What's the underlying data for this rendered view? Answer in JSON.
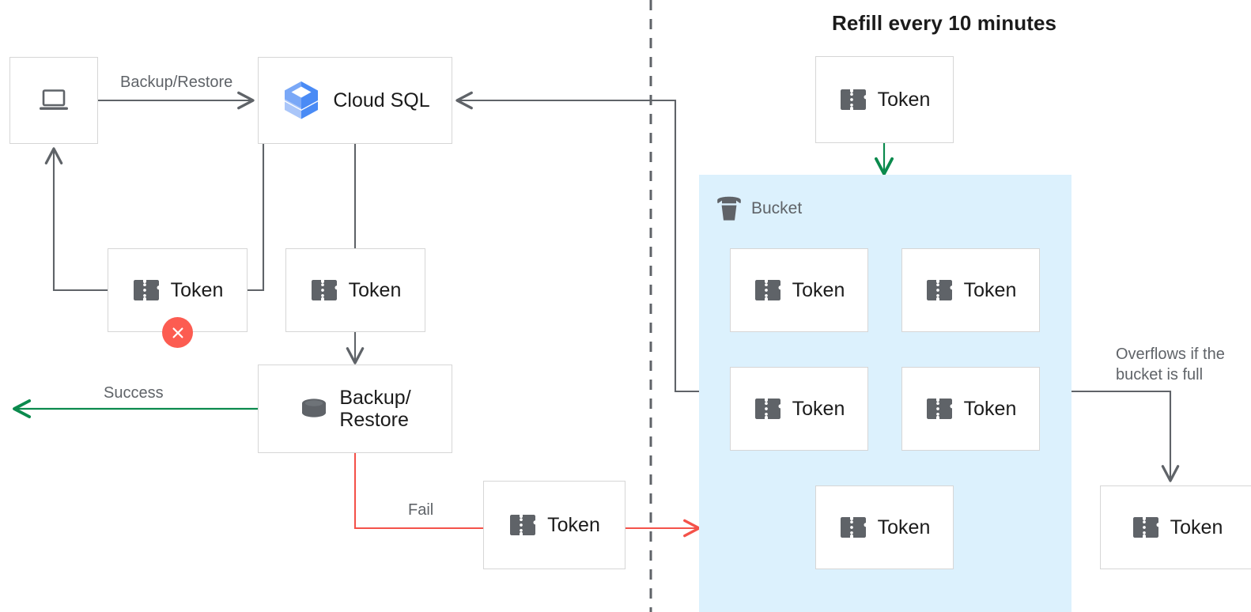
{
  "diagram": {
    "title": "Refill every 10 minutes",
    "colors": {
      "line": "#5f6368",
      "success": "#0b8a4d",
      "fail": "#f4524a",
      "refill": "#0b8a4d",
      "bucket_fill": "#dcf1fd",
      "node_border": "#d6d6d6",
      "badge": "#fc5c51",
      "text": "#1b1b1b",
      "muted_text": "#5f6368",
      "cloudsql_dark": "#4a8bf5",
      "cloudsql_mid": "#7aa8f7",
      "cloudsql_light": "#aac6f9"
    }
  },
  "left_side": {
    "client_node": {
      "icon": "laptop-icon",
      "label": ""
    },
    "cloudsql_node": {
      "icon": "cloud-sql-icon",
      "label": "Cloud SQL"
    },
    "token_retry_node": {
      "icon": "token-icon",
      "label": "Token",
      "badge": "×"
    },
    "token_consume_node": {
      "icon": "token-icon",
      "label": "Token"
    },
    "backup_restore_node": {
      "icon": "database-icon",
      "label": "Backup/\nRestore"
    },
    "token_fail_node": {
      "icon": "token-icon",
      "label": "Token"
    },
    "edge_labels": {
      "backup_restore": "Backup/Restore",
      "success": "Success",
      "fail": "Fail"
    }
  },
  "right_side": {
    "refill_token_node": {
      "icon": "token-icon",
      "label": "Token"
    },
    "bucket": {
      "icon": "bucket-icon",
      "label": "Bucket",
      "tokens": [
        {
          "icon": "token-icon",
          "label": "Token"
        },
        {
          "icon": "token-icon",
          "label": "Token"
        },
        {
          "icon": "token-icon",
          "label": "Token"
        },
        {
          "icon": "token-icon",
          "label": "Token"
        },
        {
          "icon": "token-icon",
          "label": "Token"
        }
      ]
    },
    "overflow_label": "Overflows if the\nbucket is full",
    "overflow_token_node": {
      "icon": "token-icon",
      "label": "Token"
    }
  }
}
